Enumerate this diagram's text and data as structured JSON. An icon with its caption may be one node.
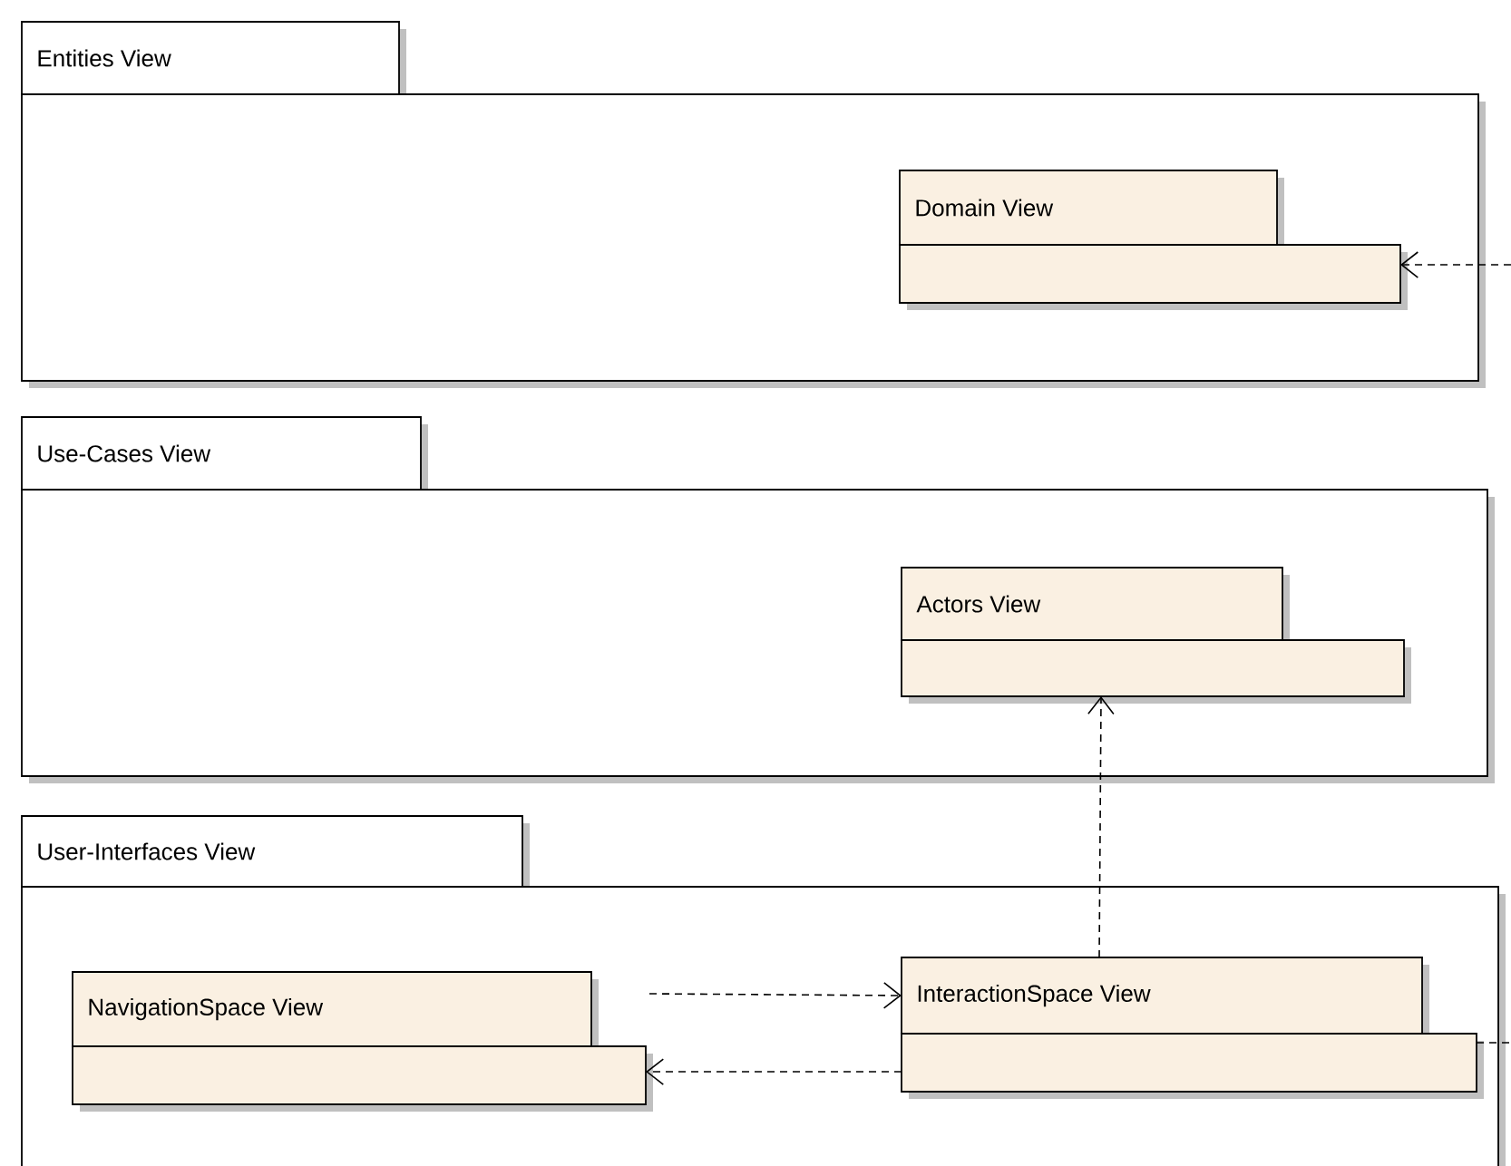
{
  "diagram": {
    "nodes": [
      {
        "text": [
          "Entities View"
        ]
      },
      {
        "text": [
          "Domain View"
        ],
        "in": 0
      },
      {
        "text": [
          "Use-Cases View"
        ]
      },
      {
        "text": [
          "Actors View"
        ],
        "in": 2
      },
      {
        "text": [
          "User-Interfaces View"
        ]
      },
      {
        "text": [
          "NavigationSpace View"
        ],
        "in": 4
      },
      {
        "text": [
          "InteractionSpace View"
        ],
        "in": 4
      }
    ],
    "edges": [
      {
        "from": 6,
        "to": 3,
        "arrow": "to",
        "style": "dashed"
      },
      {
        "from": 5,
        "to": 6,
        "arrow": "to",
        "style": "dashed"
      },
      {
        "from": 6,
        "to": 5,
        "arrow": "to",
        "style": "dashed"
      },
      {
        "from": 6,
        "to": null,
        "arrow": "none",
        "style": "dashed"
      },
      {
        "from": null,
        "to": 1,
        "arrow": "to",
        "style": "dashed"
      }
    ]
  }
}
